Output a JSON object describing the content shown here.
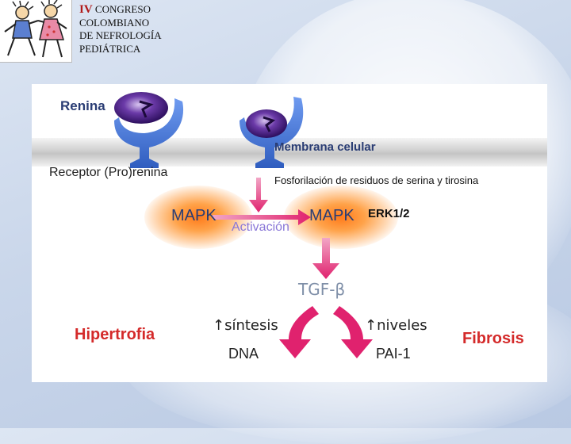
{
  "header": {
    "roman": "IV",
    "line1": "CONGRESO",
    "line2": "COLOMBIANO",
    "line3": "DE NEFROLOGÍA",
    "line4": "PEDIÁTRICA"
  },
  "diagram": {
    "renina": "Renina",
    "membrana": "Membrana celular",
    "receptor": "Receptor (Pro)renina",
    "fosforilacion": "Fosforilación de residuos de serina y tirosina",
    "mapk_left": "MAPK",
    "activacion": "Activación",
    "mapk_right": "MAPK",
    "erk": "ERK1/2",
    "tgf": "TGF-β",
    "sintesis": "↑síntesis",
    "dna": "DNA",
    "niveles": "↑niveles",
    "pai": "PAI-1",
    "hipertrofia": "Hipertrofia",
    "fibrosis": "Fibrosis"
  },
  "colors": {
    "red_text": "#d42a2a",
    "navy_text": "#2a3d74",
    "magenta_arrow": "#e0226e",
    "receptor_blue": "#3f73d6",
    "renin_purple": "#5a2a9a",
    "mapk_glow": "#ff7a1a"
  },
  "icons": {
    "logo": "children-dancing-logo"
  }
}
